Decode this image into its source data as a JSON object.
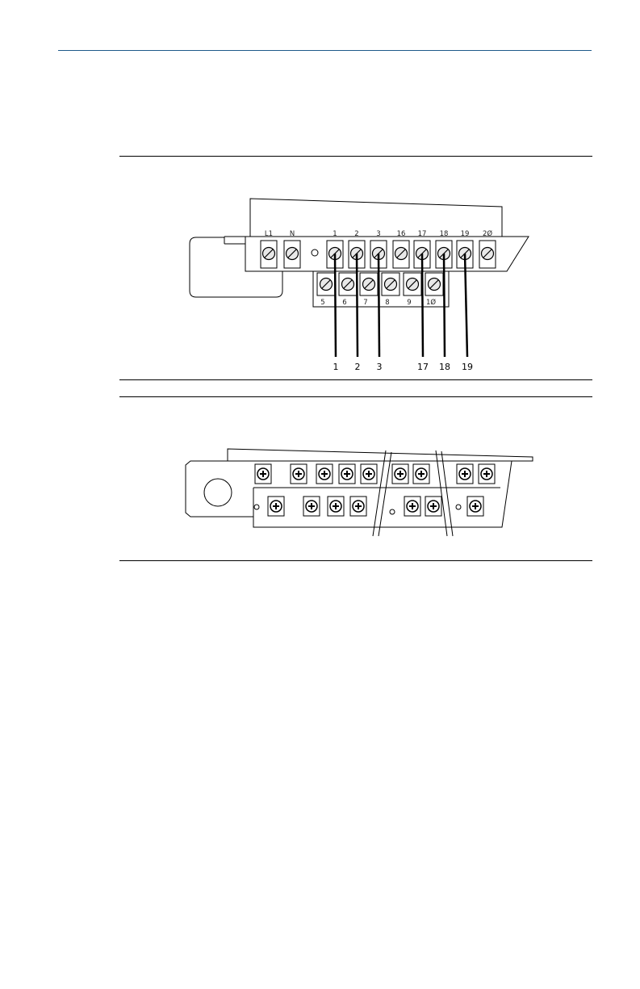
{
  "figure1": {
    "top_terminals": [
      "L1",
      "N",
      "1",
      "2",
      "3",
      "16",
      "17",
      "18",
      "19",
      "2Ø"
    ],
    "bottom_terminals": [
      "5",
      "6",
      "7",
      "8",
      "9",
      "1Ø"
    ],
    "wire_callouts": [
      "1",
      "2",
      "3",
      "17",
      "18",
      "19"
    ]
  },
  "colors": {
    "header_rule": "#1f5a8a",
    "line": "#000000",
    "screw_fill": "#e8e8e8"
  }
}
